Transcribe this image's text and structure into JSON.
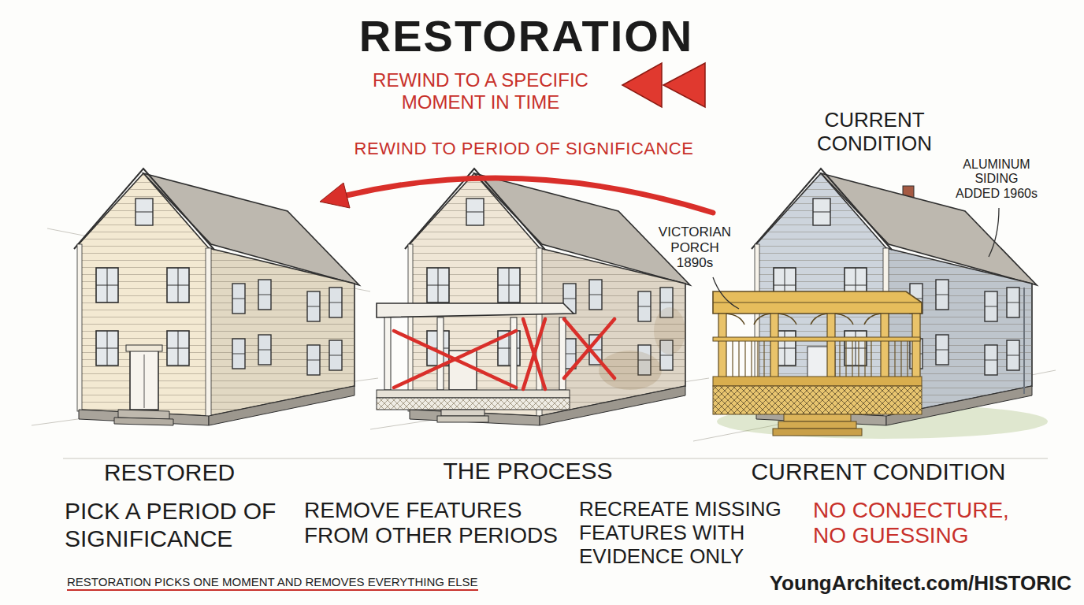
{
  "diagram": {
    "title": "RESTORATION",
    "caption": "RESTORATION PICKS ONE MOMENT AND REMOVES EVERYTHING ELSE",
    "labels": [
      "REWIND TO A SPECIFIC MOMENT IN TIME",
      "REWIND TO PERIOD OF SIGNIFICANCE",
      "CURRENT CONDITION",
      "VICTORIAN PORCH 1890s",
      "ALUMINUM SIDING ADDED 1960s",
      "RESTORED",
      "THE PROCESS",
      "CURRENT CONDITION",
      "PICK A PERIOD OF SIGNIFICANCE",
      "REMOVE FEATURES FROM OTHER PERIODS",
      "RECREATE MISSING FEATURES WITH EVIDENCE ONLY",
      "NO CONJECTURE, NO GUESSING",
      "YoungArchitect.com/HISTORIC"
    ]
  }
}
